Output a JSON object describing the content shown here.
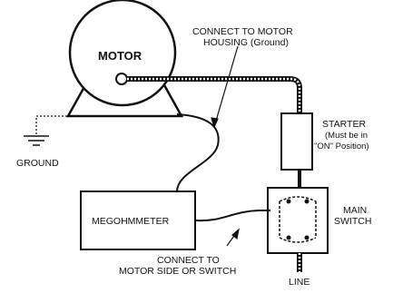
{
  "labels": {
    "motor": "MOTOR",
    "connect_housing_1": "CONNECT TO MOTOR",
    "connect_housing_2": "HOUSING (Ground)",
    "starter_1": "STARTER",
    "starter_2": "(Must be in",
    "starter_3": "\"ON\" Position)",
    "ground": "GROUND",
    "megohmmeter": "MEGOHMMETER",
    "main_switch_1": "MAIN",
    "main_switch_2": "SWITCH",
    "connect_side_1": "CONNECT TO",
    "connect_side_2": "MOTOR SIDE OR SWITCH",
    "line": "LINE"
  }
}
